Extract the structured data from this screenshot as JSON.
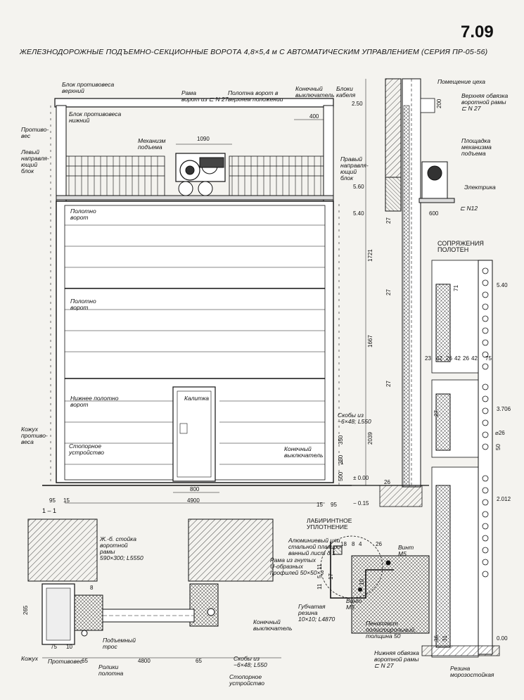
{
  "sheet": {
    "number": "7.09",
    "title": "ЖЕЛЕЗНОДОРОЖНЫЕ ПОДЪЕМНО-СЕКЦИОННЫЕ ВОРОТА 4,8×5,4 м С АВТОМАТИЧЕСКИМ УПРАВЛЕНИЕМ (СЕРИЯ ПР-05-56)"
  },
  "elevation": {
    "labels": {
      "upper_counterweight_block": "Блок противовеса\nверхний",
      "frame": "Рама\nворот из ⊏ N 27",
      "gate_leaf_upper": "Полотна ворот в\nверхнем положении",
      "limit_switch_top": "Конечный\nвыключатель",
      "cable_blocks": "Блоки\nкабеля",
      "lower_counterweight_block": "Блок противовеса\nнижний",
      "counterweight": "Противо-\nвес",
      "left_guide_block": "Левый\nнаправля-\nющий\nблок",
      "lifting_mechanism": "Механизм\nподъема",
      "right_guide_block": "Правый\nнаправля-\nющий\nблок",
      "gate_leaf_1": "Полотно\nворот",
      "gate_leaf_2": "Полотно\nворот",
      "gate_leaf_bottom": "Нижнее полотно\nворот",
      "wicket": "Калитка",
      "counterweight_casing": "Кожух\nпротиво-\nвеса",
      "stop_device": "Стопорное\nустройство",
      "brackets": "Скобы из\n−6×48; L550",
      "limit_switch_bottom": "Конечный\nвыключатель",
      "section_mark": "1"
    },
    "dims": {
      "d1090": "1090",
      "d400": "400",
      "d800": "800",
      "d4900": "4900",
      "d95a": "95",
      "d15a": "15",
      "d15b": "15",
      "d95b": "95",
      "d350a": "350",
      "d350b": "350",
      "d500": "500"
    }
  },
  "side_section": {
    "labels": {
      "shop_room": "Помещение цеха",
      "upper_frame_strap": "Верхняя обвязка\nворотной рамы\n⊏ N 27",
      "mechanism_platform": "Площадка\nмеханизма\nподъема",
      "electrics": "Электрика",
      "channel": "⊏ N12"
    },
    "dims": {
      "e250": "2.50",
      "e560": "5.60",
      "e540": "5.40",
      "e000": "± 0.00",
      "e015": "− 0.15",
      "d600": "600",
      "d200": "200",
      "d1721": "1721",
      "d1667": "1667",
      "d2039": "2039",
      "d27a": "27",
      "d27b": "27",
      "d27c": "27",
      "d26": "26"
    }
  },
  "joints_detail": {
    "title": "СОПРЯЖЕНИЯ\nПОЛОТЕН",
    "dims": {
      "e540": "5.40",
      "e3706": "3.706",
      "e2012": "2.012",
      "e000": "0.00",
      "ø26": "⌀26",
      "d50": "50",
      "d23": "23",
      "d42a": "42",
      "d26a": "26",
      "d42b": "42",
      "d26b": "26",
      "d42c": "42",
      "d75": "75",
      "d27": "27",
      "d71": "71",
      "d36": "36",
      "d31": "31"
    },
    "labels": {
      "bottom_strap": "Нижняя обвязка\nворотной рамы\n⊏ N 27",
      "rubber": "Резина\nморозостойкая"
    }
  },
  "plan_section": {
    "title": "1 – 1",
    "labels": {
      "concrete_post": "Ж.-б. стойка\nворотной\nрамы\n590×300; L5550",
      "limit_switch": "Конечный\nвыключатель",
      "lifting_cable": "Подъемный\nтрос",
      "leaf_rollers": "Ролики\nполотна",
      "casing": "Кожух",
      "counterweight": "Противовес",
      "brackets": "Скобы из\n−6×48; L550",
      "stop_device": "Стопорное\nустройство"
    },
    "dims": {
      "d265": "265",
      "d75": "75",
      "d10": "10",
      "d65a": "65",
      "d4800": "4800",
      "d65b": "65",
      "d8": "8"
    }
  },
  "labyrinth_detail": {
    "title": "ЛАБИРИНТНОЕ\nУПЛОТНЕНИЕ",
    "labels": {
      "aluminium_sheet": "Алюминиевый или\nстальной плакиро-\nванный лист δ 1",
      "frame_profiles": "Рама из гнутых\nU-образных\nпрофилей 50×50×3",
      "sponge_rubber": "Губчатая\nрезина\n10×10; L4870",
      "screw_m5": "Винт\nМ5",
      "screw_m3": "Винт\nМ3",
      "foam": "Пенопласт\nполистирольный,\nтолщина 50"
    },
    "dims": {
      "d18": "18",
      "d8": "8",
      "d4": "4",
      "d26": "26",
      "d11": "11",
      "d5": "5",
      "d11b": "11",
      "d17": "17",
      "d10": "10"
    }
  }
}
